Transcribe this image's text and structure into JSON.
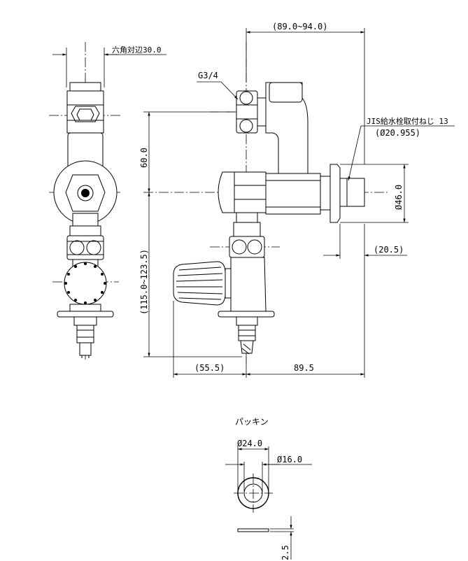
{
  "labels": {
    "hex_width": "六角対辺30.0",
    "thread_inlet": "G3/4",
    "width_range": "(89.0~94.0)",
    "jis_thread": "JIS給水栓取付ねじ 13",
    "jis_diameter": "(Ø20.955)",
    "height_upper": "60.0",
    "height_lower": "(115.0~123.5)",
    "flange_diameter": "Ø46.0",
    "outlet_length": "(20.5)",
    "offset_left": "(55.5)",
    "offset_right": "89.5",
    "packing_title": "パッキン",
    "packing_outer": "Ø24.0",
    "packing_inner": "Ø16.0",
    "packing_thickness": "2.5"
  }
}
